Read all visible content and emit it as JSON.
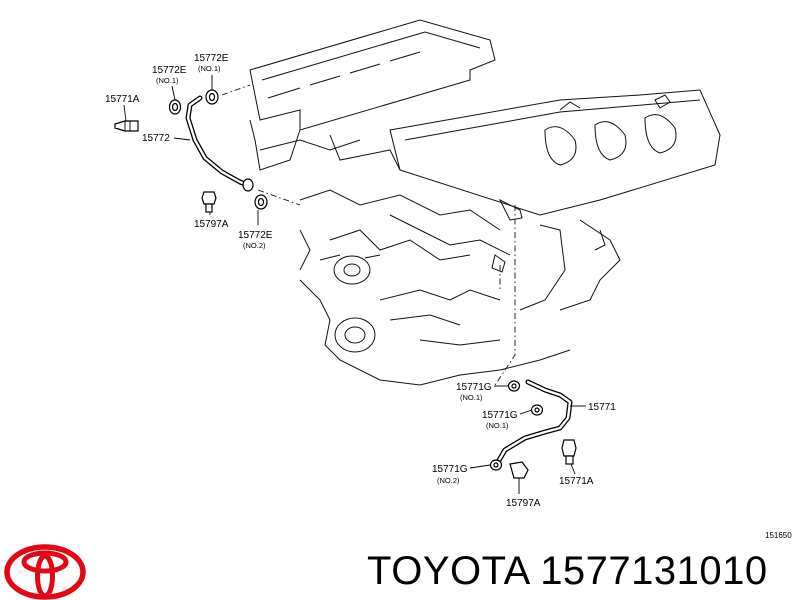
{
  "diagram": {
    "ref_code": "151650",
    "labels": {
      "p15772E_a": "15772E",
      "p15772E_a_no": "(NO.1)",
      "p15772E_b": "15772E",
      "p15772E_b_no": "(NO.1)",
      "p15771A_top": "15771A",
      "p15772": "15772",
      "p15797A_top": "15797A",
      "p15772E_c": "15772E",
      "p15772E_c_no": "(NO.2)",
      "p15771G_a": "15771G",
      "p15771G_a_no": "(NO.1)",
      "p15771G_b": "15771G",
      "p15771G_b_no": "(NO.1)",
      "p15771": "15771",
      "p15771G_c": "15771G",
      "p15771G_c_no": "(NO.2)",
      "p15797A_bot": "15797A",
      "p15771A_bot": "15771A"
    }
  },
  "footer": {
    "brand": "TOYOTA",
    "part_number": "1577131010",
    "logo": "toyota-logo-icon",
    "logo_color": "#e30613"
  }
}
